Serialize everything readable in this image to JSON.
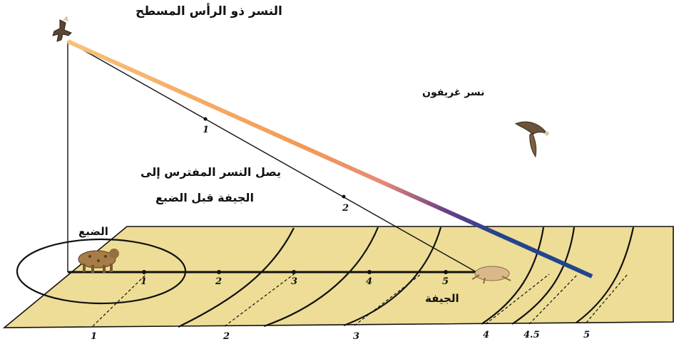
{
  "labels": {
    "flat_headed_vulture": "النسر ذو الرأس المسطح",
    "griffon_vulture": "نسر غريفون",
    "arrival_line1": "يصل النسر المفترس إلى",
    "arrival_line2": "الجيفة قبل الضبع",
    "hyena": "الضبع",
    "carcass": "الجيفة"
  },
  "sight_line_ticks": [
    "1",
    "2"
  ],
  "ground_line_ticks": [
    "1",
    "2",
    "3",
    "4",
    "5"
  ],
  "bottom_edge_ticks": [
    "1",
    "2",
    "3",
    "4",
    "4.5",
    "5"
  ],
  "colors": {
    "ground_fill": "#eedd96",
    "beam_orange": "#f4a35c",
    "beam_purple": "#6a3f86",
    "beam_blue": "#21448f",
    "ink": "#111111"
  }
}
